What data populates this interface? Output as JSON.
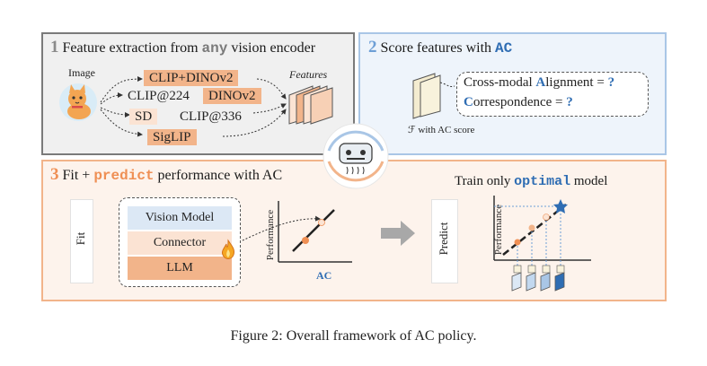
{
  "panel1": {
    "number": "1",
    "title_before": "Feature extraction from ",
    "title_keyword": "any",
    "title_after": " vision encoder",
    "image_label": "Image",
    "features_label": "Features",
    "encoders": [
      "CLIP+DINOv2",
      "CLIP@224",
      "DINOv2",
      "SD",
      "CLIP@336",
      "SigLIP"
    ]
  },
  "panel2": {
    "number": "2",
    "title_before": "Score features with ",
    "title_keyword": "AC",
    "line1_before": "Cross-modal ",
    "line1_letter": "A",
    "line1_after": "lignment = ",
    "line1_q": "?",
    "line2_letter": "C",
    "line2_after": "orrespondence = ",
    "line2_q": "?",
    "score_label": "ℱ with AC score"
  },
  "panel3": {
    "number": "3",
    "title_before": "Fit + ",
    "title_keyword": "predict",
    "title_after": " performance with AC",
    "fit_label": "Fit",
    "predict_label": "Predict",
    "layers": [
      "Vision Model",
      "Connector",
      "LLM"
    ],
    "train_before": "Train only ",
    "train_keyword": "optimal",
    "train_after": " model",
    "y_axis_label": "Performance",
    "x_axis_label": "AC"
  },
  "caption": "Figure 2: Overall framework of AC policy.",
  "colors": {
    "orange": "#ef8f54",
    "orange_light": "#fbe3d3",
    "blue": "#2f6db3",
    "blue_light": "#dce8f5",
    "gray": "#7a7a7a"
  }
}
